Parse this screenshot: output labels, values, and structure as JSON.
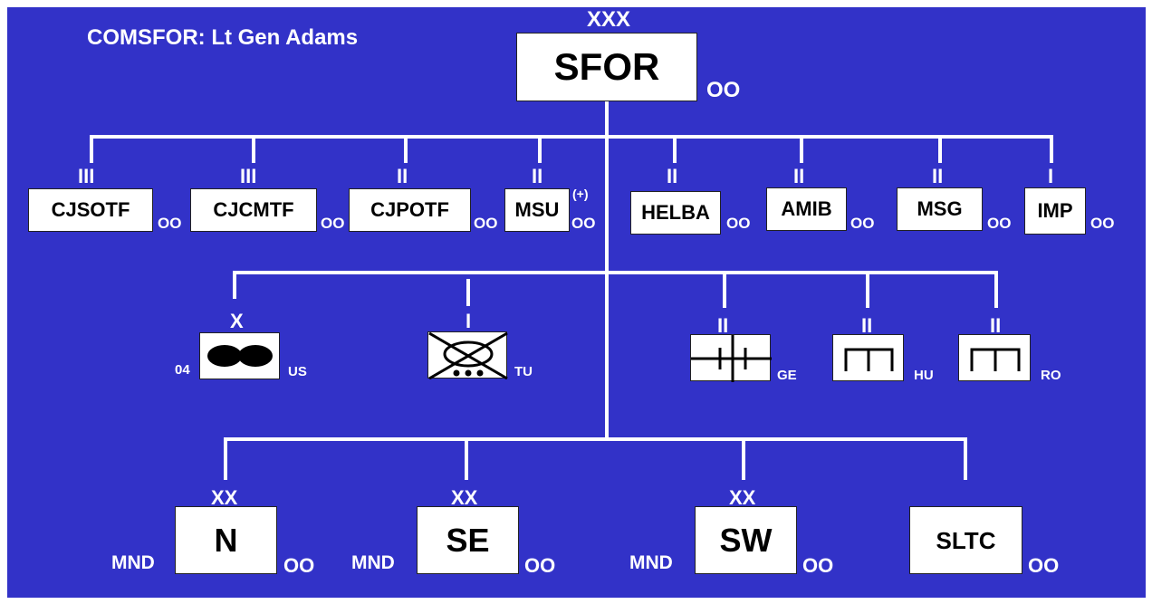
{
  "commander": "COMSFOR: Lt Gen Adams",
  "hq": {
    "label": "SFOR",
    "echelon": "XXX",
    "status": "OO"
  },
  "staff_units": [
    {
      "label": "CJSOTF",
      "echelon": "III",
      "status": "OO"
    },
    {
      "label": "CJCMTF",
      "echelon": "III",
      "status": "OO"
    },
    {
      "label": "CJPOTF",
      "echelon": "II",
      "status": "OO"
    },
    {
      "label": "MSU",
      "echelon": "II",
      "modifier": "(+)",
      "status": "OO"
    },
    {
      "label": "HELBA",
      "echelon": "II",
      "status": "OO"
    },
    {
      "label": "AMIB",
      "echelon": "II",
      "status": "OO"
    },
    {
      "label": "MSG",
      "echelon": "II",
      "status": "OO"
    },
    {
      "label": "IMP",
      "echelon": "I",
      "status": "OO"
    }
  ],
  "support_units": [
    {
      "symbol": "armor-icon",
      "echelon": "X",
      "prefix": "04",
      "nation": "US"
    },
    {
      "symbol": "armored-engineer-icon",
      "echelon": "I",
      "nation": "TU"
    },
    {
      "symbol": "engineer-icon",
      "echelon": "II",
      "nation": "GE"
    },
    {
      "symbol": "engineer-icon",
      "echelon": "II",
      "nation": "HU"
    },
    {
      "symbol": "engineer-icon",
      "echelon": "II",
      "nation": "RO"
    }
  ],
  "divisions": [
    {
      "label": "N",
      "echelon": "XX",
      "prefix": "MND",
      "status": "OO"
    },
    {
      "label": "SE",
      "echelon": "XX",
      "prefix": "MND",
      "status": "OO"
    },
    {
      "label": "SW",
      "echelon": "XX",
      "prefix": "MND",
      "status": "OO"
    },
    {
      "label": "SLTC",
      "echelon": "",
      "status": "OO"
    }
  ],
  "colors": {
    "background": "#3232c8",
    "lines": "#ffffff",
    "box": "#ffffff",
    "box_text": "#000000"
  }
}
